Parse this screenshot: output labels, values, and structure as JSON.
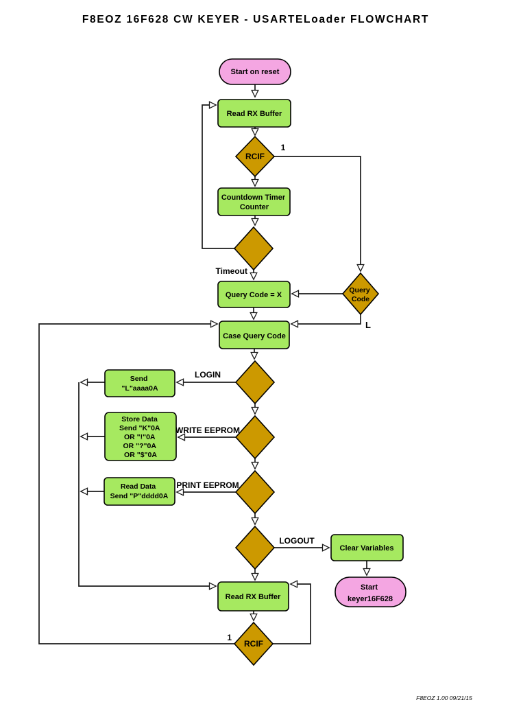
{
  "title": "F8EOZ 16F628 CW KEYER - USARTELoader FLOWCHART",
  "footer": "F8EOZ 1.00 09/21/15",
  "colors": {
    "process_fill": "#a6e960",
    "terminal_fill": "#f4a6e2",
    "decision_fill": "#cc9900",
    "line": "#1b1b1b"
  },
  "nodes": {
    "start": {
      "label": "Start on reset"
    },
    "read_rx_top": {
      "label": "Read RX Buffer"
    },
    "rcif_top": {
      "label": "RCIF"
    },
    "countdown": {
      "lines": [
        "Countdown Timer",
        "Counter"
      ]
    },
    "query_code_x": {
      "label": "Query Code = X"
    },
    "query_code": {
      "lines": [
        "Query",
        "Code"
      ]
    },
    "case_query": {
      "label": "Case Query Code"
    },
    "send_login": {
      "lines": [
        "Send",
        "\"L\"aaaa0A"
      ]
    },
    "store_data": {
      "lines": [
        "Store Data",
        "Send \"K\"0A",
        "OR \"!\"0A",
        "OR \"?\"0A",
        "OR \"$\"0A"
      ]
    },
    "read_data": {
      "lines": [
        "Read Data",
        "Send \"P\"dddd0A"
      ]
    },
    "clear_vars": {
      "label": "Clear Variables"
    },
    "start_keyer": {
      "lines": [
        "Start",
        "keyer16F628"
      ]
    },
    "read_rx_bottom": {
      "label": "Read RX Buffer"
    },
    "rcif_bottom": {
      "label": "RCIF"
    }
  },
  "edge_labels": {
    "rcif_top_one": "1",
    "timeout": "Timeout",
    "l": "L",
    "login": "LOGIN",
    "write_eeprom": "WRITE EEPROM",
    "print_eeprom": "PRINT EEPROM",
    "logout": "LOGOUT",
    "rcif_bottom_one": "1"
  }
}
